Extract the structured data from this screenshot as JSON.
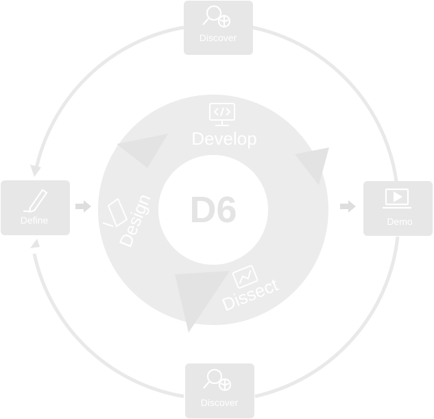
{
  "center_label": "D6",
  "nodes": {
    "discover_top": {
      "label": "Discover",
      "icon": "magnifier-globe-icon"
    },
    "define": {
      "label": "Define",
      "icon": "pencil-icon"
    },
    "demo": {
      "label": "Demo",
      "icon": "laptop-play-icon"
    },
    "discover_bottom": {
      "label": "Discover",
      "icon": "magnifier-globe-icon"
    }
  },
  "segments": {
    "develop": {
      "label": "Develop",
      "icon": "monitor-code-icon"
    },
    "design": {
      "label": "Design",
      "icon": "pen-tablet-icon"
    },
    "dissect": {
      "label": "Dissect",
      "icon": "chart-icon"
    }
  },
  "colors": {
    "light_gray": "#e7e7e7",
    "donut_gray": "#ebebeb",
    "arrow_gray": "#dedede",
    "text_white": "#ffffff",
    "center_text": "#e4e4e4"
  }
}
